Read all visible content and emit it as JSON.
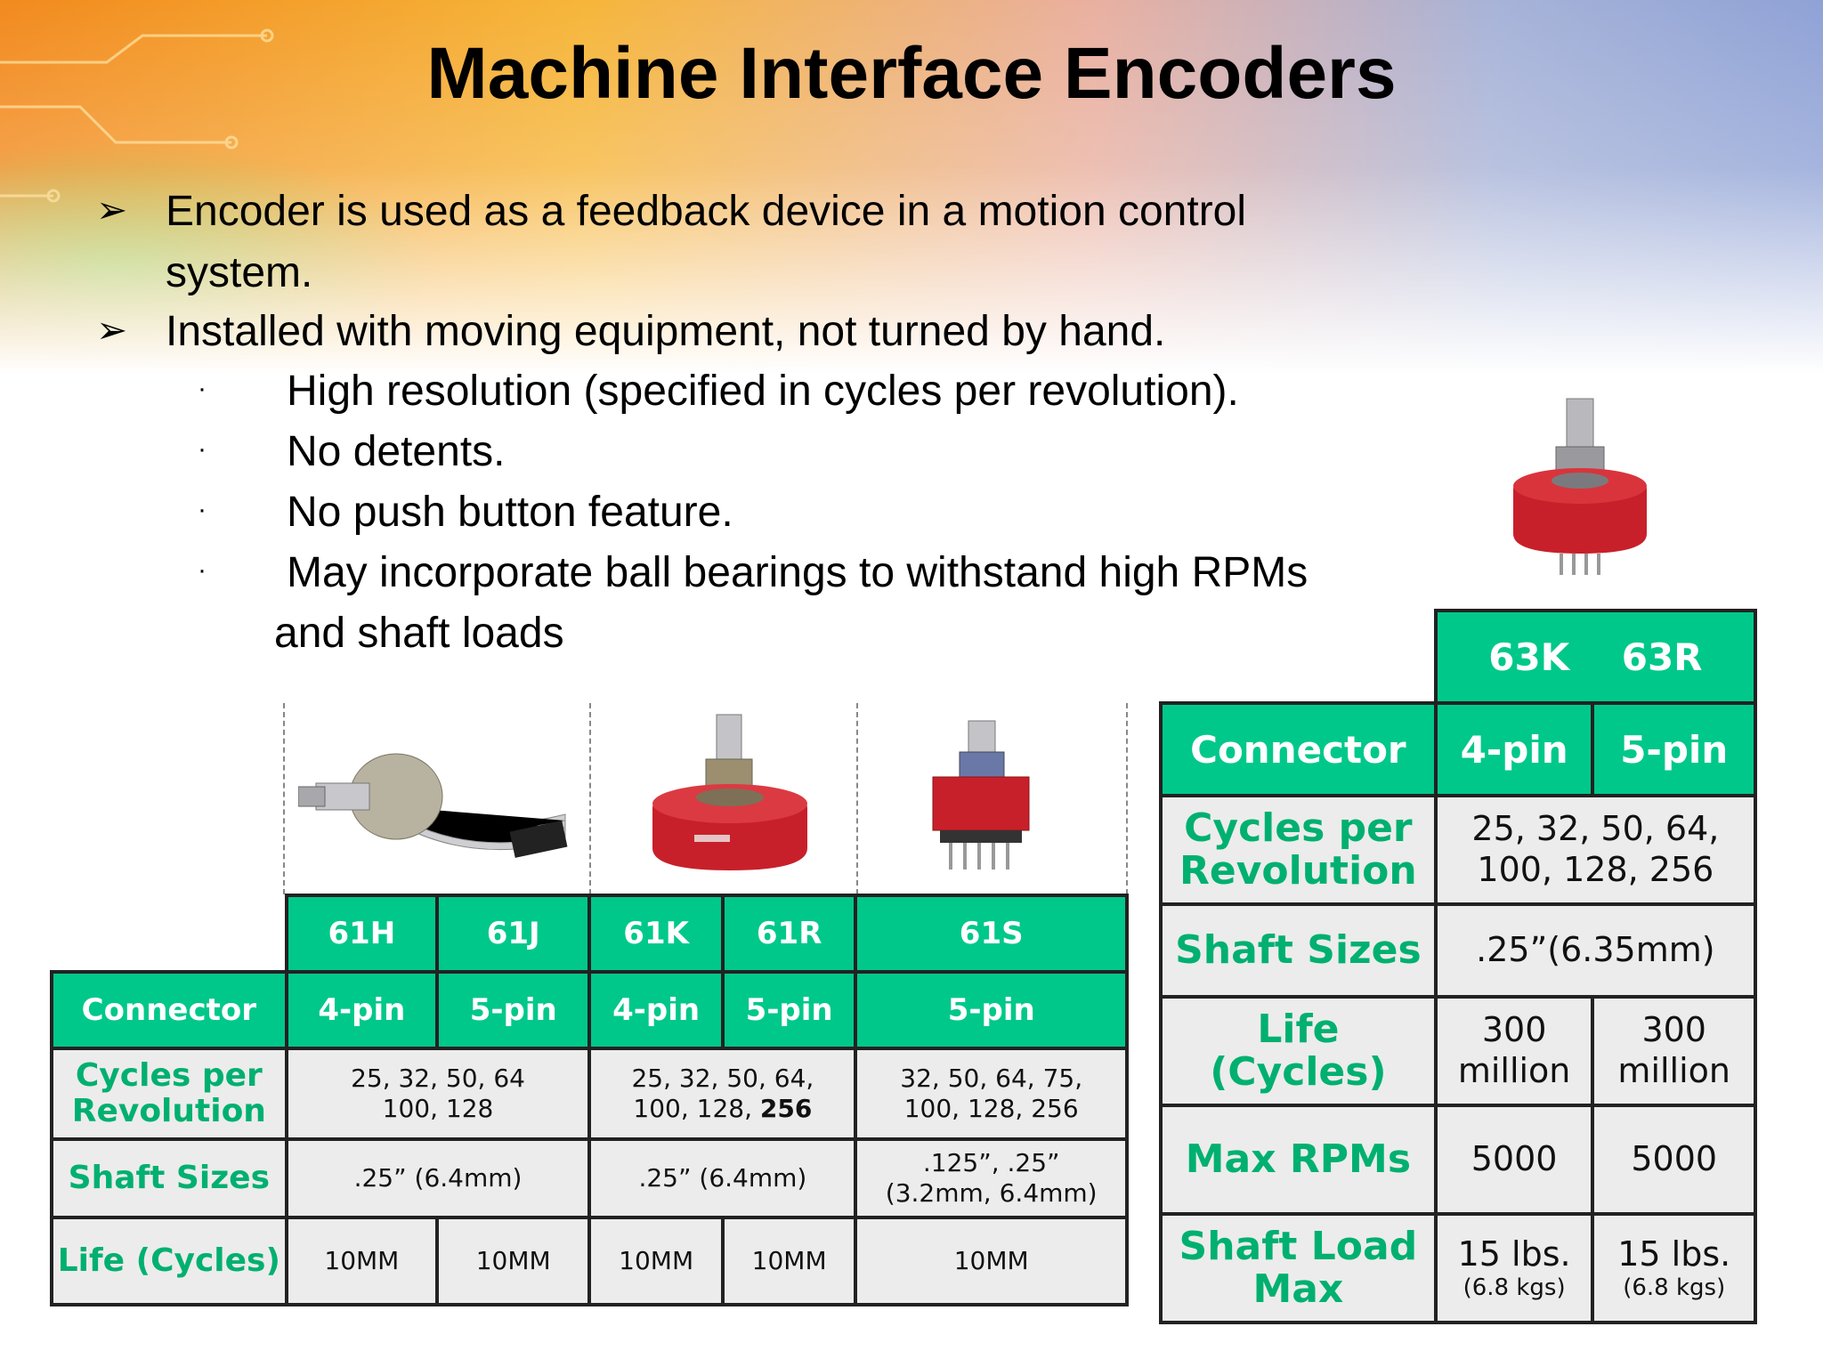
{
  "title": "Machine Interface Encoders",
  "bullets": [
    {
      "line1": "Encoder is used as a feedback device in a motion control",
      "line2": "system."
    },
    {
      "line1": "Installed with moving equipment, not turned by hand."
    }
  ],
  "sub_bullets": [
    "High resolution (specified in cycles per revolution).",
    "No detents.",
    "No push button feature.",
    "May incorporate ball bearings to withstand  high RPMs"
  ],
  "sub_bullet_cont": "and shaft loads",
  "left_table": {
    "models": [
      "61H",
      "61J",
      "61K",
      "61R",
      "61S"
    ],
    "connector_label": "Connector",
    "connectors": [
      "4-pin",
      "5-pin",
      "4-pin",
      "5-pin",
      "5-pin"
    ],
    "cycles_label": "Cycles per Revolution",
    "cycles": [
      {
        "l1": "25, 32, 50, 64",
        "l2": "100, 128"
      },
      {
        "l1": "25, 32, 50, 64,",
        "l2": "100, 128, ",
        "l2b": "256"
      },
      {
        "l1": "32, 50, 64, 75,",
        "l2": "100, 128, 256"
      }
    ],
    "shaft_label": "Shaft Sizes",
    "shafts": [
      {
        "l1": ".25” (6.4mm)"
      },
      {
        "l1": ".25” (6.4mm)"
      },
      {
        "l1": ".125”, .25”",
        "l2": "(3.2mm, 6.4mm)"
      }
    ],
    "life_label": "Life (Cycles)",
    "life": [
      "10MM",
      "10MM",
      "10MM",
      "10MM",
      "10MM"
    ]
  },
  "right_table": {
    "models": [
      "63K",
      "63R"
    ],
    "connector_label": "Connector",
    "connectors": [
      "4-pin",
      "5-pin"
    ],
    "cycles_label": "Cycles per Revolution",
    "cycles": {
      "l1": "25, 32, 50, 64,",
      "l2": "100, 128, 256"
    },
    "shaft_label": "Shaft Sizes",
    "shaft": ".25”(6.35mm)",
    "life_label": "Life (Cycles)",
    "life": [
      {
        "l1": "300",
        "l2": "million"
      },
      {
        "l1": "300",
        "l2": "million"
      }
    ],
    "rpm_label": "Max RPMs",
    "rpm": [
      "5000",
      "5000"
    ],
    "load_label": "Shaft Load Max",
    "load": [
      {
        "l1": "15 lbs.",
        "l2": "(6.8 kgs)"
      },
      {
        "l1": "15 lbs.",
        "l2": "(6.8 kgs)"
      }
    ]
  },
  "colors": {
    "header_green": "#00c88a",
    "label_green": "#00b070",
    "cell_gray": "#ececec",
    "encoder_red": "#c8202a"
  },
  "icons": [
    "arrow-bullet-icon",
    "dot-bullet-icon",
    "encoder-61h-photo",
    "encoder-61k-photo",
    "encoder-61s-photo",
    "encoder-63k-photo"
  ]
}
